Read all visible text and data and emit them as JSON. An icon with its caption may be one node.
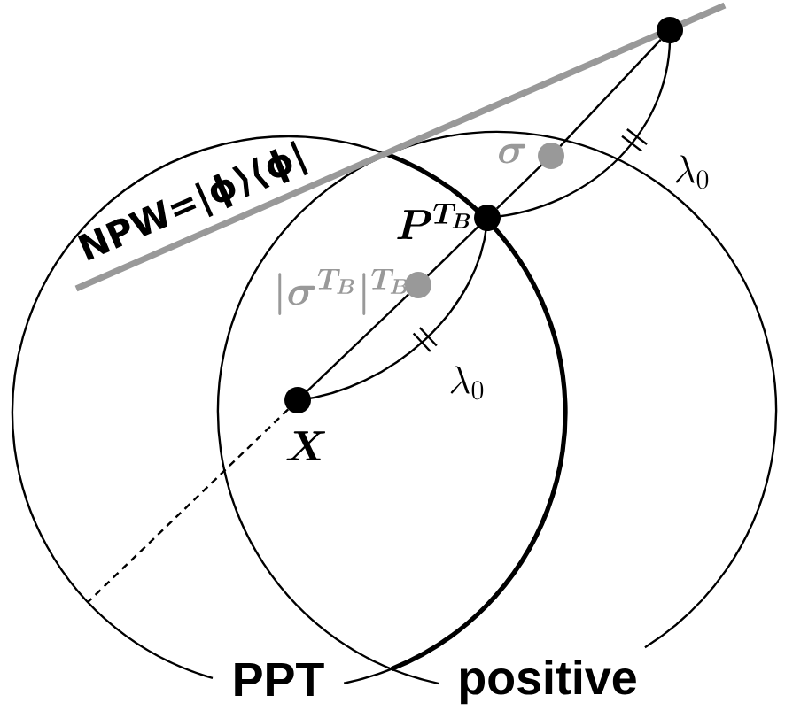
{
  "diagram": {
    "nodes": [
      {
        "text": [],
        "shape": "circle"
      },
      {
        "text": [],
        "shape": "circle",
        "beside": [
          "\\sigma"
        ]
      },
      {
        "text": [],
        "shape": "circle",
        "beside": [
          "P^{T_B}"
        ]
      },
      {
        "text": [],
        "shape": "circle",
        "beside": [
          "|\\sigma^{T_B}|^{T_B}"
        ]
      },
      {
        "text": [],
        "shape": "circle",
        "beside": [
          "X"
        ]
      }
    ],
    "edges": [
      {
        "from": 4,
        "to": 3,
        "arrow": "none"
      },
      {
        "from": 3,
        "to": 2,
        "arrow": "none"
      },
      {
        "from": 2,
        "to": 1,
        "arrow": "none"
      },
      {
        "from": 1,
        "to": 0,
        "arrow": "none"
      },
      {
        "from": 4,
        "to": null,
        "arrow": "none",
        "style": "dashed"
      }
    ],
    "labels": [
      "NPW=|ϕ⟩⟨ϕ|",
      "\\lambda_0",
      "\\lambda_0",
      "PPT",
      "positive"
    ]
  }
}
